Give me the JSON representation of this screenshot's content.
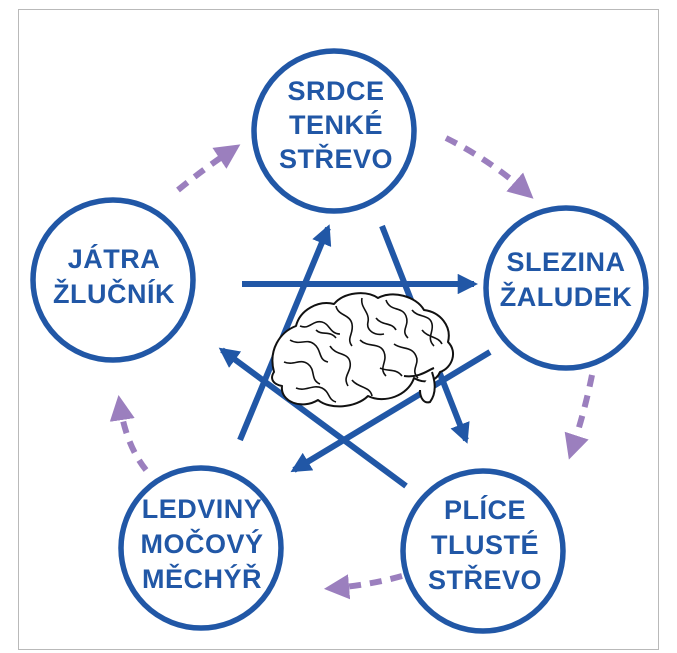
{
  "colors": {
    "primary": "#2157a6",
    "cycle": "#9b7fbe",
    "frame": "#b9b9b9",
    "brain_stroke": "#111111",
    "background": "#ffffff"
  },
  "nodes": [
    {
      "id": "heart",
      "lines": [
        "SRDCE",
        "TENKÉ",
        "STŘEVO"
      ]
    },
    {
      "id": "spleen",
      "lines": [
        "SLEZINA",
        "ŽALUDEK"
      ]
    },
    {
      "id": "lungs",
      "lines": [
        "PLÍCE",
        "TLUSTÉ",
        "STŘEVO"
      ]
    },
    {
      "id": "kidneys",
      "lines": [
        "LEDVINY",
        "MOČOVÝ",
        "MĚCHÝŘ"
      ]
    },
    {
      "id": "liver",
      "lines": [
        "JÁTRA",
        "ŽLUČNÍK"
      ]
    }
  ],
  "center_icon": "brain-icon"
}
